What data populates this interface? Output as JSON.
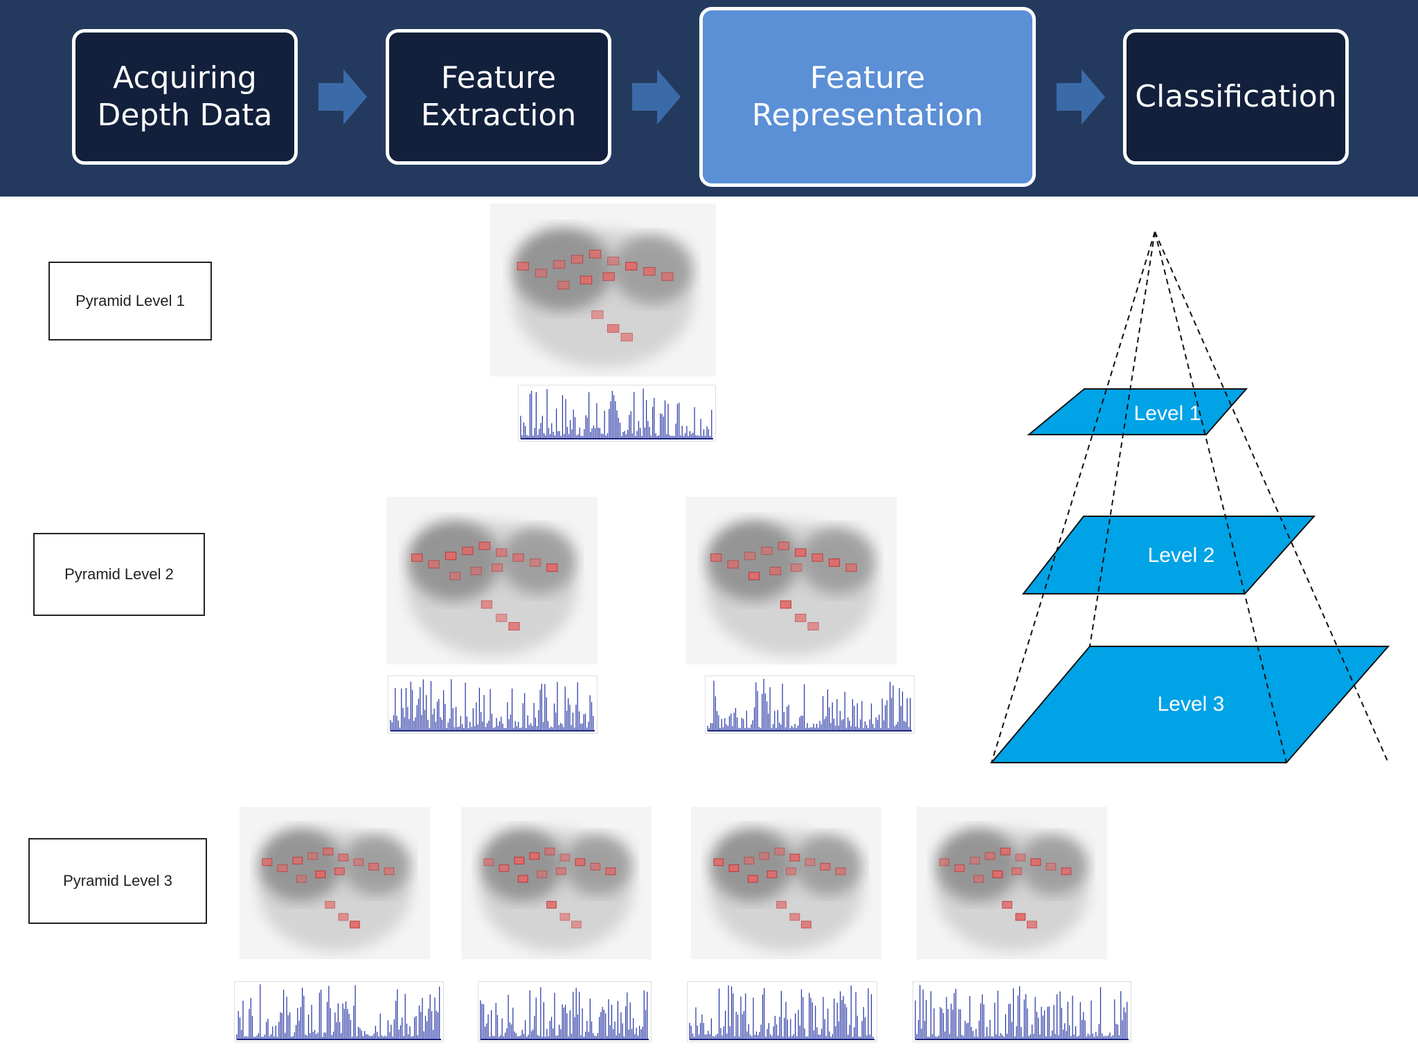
{
  "pipeline": {
    "steps": [
      {
        "label": "Acquiring\nDepth Data",
        "active": false
      },
      {
        "label": "Feature\nExtraction",
        "active": false
      },
      {
        "label": "Feature\nRepresentation",
        "active": true
      },
      {
        "label": "Classification",
        "active": false
      }
    ],
    "colors": {
      "band": "#233a5e",
      "box": "#12203c",
      "active_box": "#5b8fd6",
      "arrow": "#3b6aa8"
    }
  },
  "pyramid_rows": [
    {
      "label": "Pyramid Level 1",
      "panels": 1
    },
    {
      "label": "Pyramid Level 2",
      "panels": 2
    },
    {
      "label": "Pyramid Level 3",
      "panels": 4
    }
  ],
  "pyramid_diagram": {
    "levels": [
      "Level 1",
      "Level 2",
      "Level 3"
    ],
    "fill_color": "#00a3e6",
    "line_style": "dashed"
  }
}
